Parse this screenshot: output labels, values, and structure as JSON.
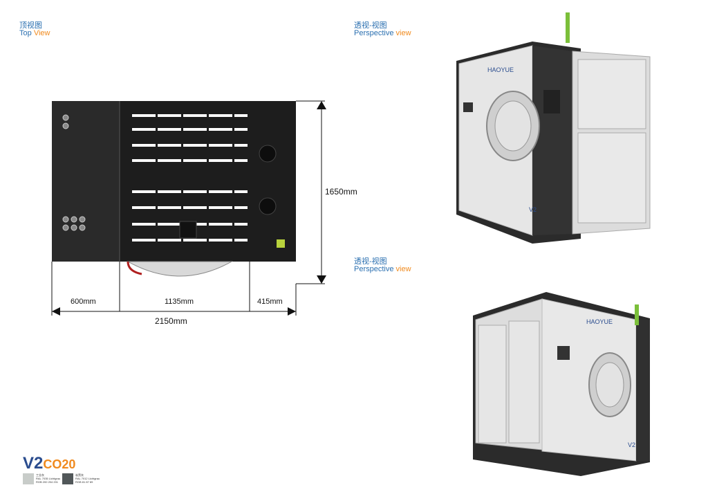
{
  "top_view": {
    "label_cn": "顶视图",
    "label_en_1": "Top",
    "label_en_2": "View"
  },
  "persp1": {
    "label_cn": "透视-视图",
    "label_en_1": "Perspective",
    "label_en_2": "view"
  },
  "persp2": {
    "label_cn": "透视-视图",
    "label_en_1": "Perspective",
    "label_en_2": "view"
  },
  "dimensions": {
    "height": "1650mm",
    "seg1": "600mm",
    "seg2": "1135mm",
    "seg3": "415mm",
    "total": "2150mm"
  },
  "brand": {
    "machine_logo": "HAOYUE",
    "badge": "V2"
  },
  "legend": {
    "logo_v": "V2",
    "logo_co": "CO20",
    "swatch1_name": "工业灰",
    "swatch1_ral": "RAL 7035 Lichtgrau",
    "swatch1_rgb": "RGB 200 204 201",
    "swatch2_name": "炭黑灰",
    "swatch2_ral": "RAL 7012 Lichtgrau",
    "swatch2_rgb": "RGB 81 87 89",
    "colors": {
      "light_gray": "#c8ccc9",
      "dark_gray": "#515759"
    }
  }
}
